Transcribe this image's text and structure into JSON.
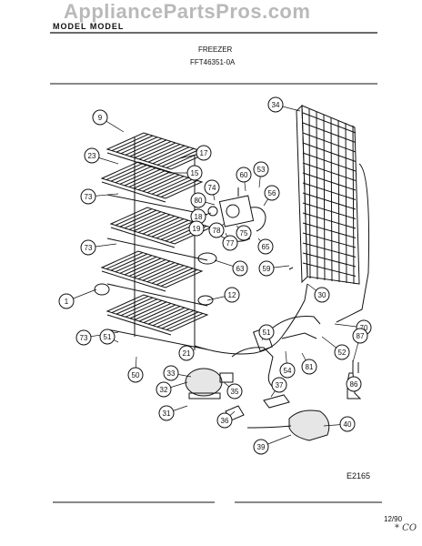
{
  "header": {
    "watermark": "AppliancePartsPros.com",
    "model_label": "MODEL MODEL",
    "section_title": "FREEZER",
    "model_number": "FFT46351-0A"
  },
  "footer": {
    "drawing_code": "E2165",
    "date_code": "12/90",
    "handwritten": "* CO"
  },
  "callouts": [
    "9",
    "23",
    "17",
    "15",
    "73",
    "80",
    "18",
    "19",
    "74",
    "78",
    "73",
    "60",
    "53",
    "56",
    "77",
    "75",
    "65",
    "63",
    "34",
    "59",
    "1",
    "12",
    "30",
    "73",
    "51",
    "21",
    "51",
    "50",
    "70",
    "52",
    "54",
    "81",
    "87",
    "33",
    "32",
    "35",
    "37",
    "86",
    "31",
    "36",
    "40",
    "39"
  ]
}
